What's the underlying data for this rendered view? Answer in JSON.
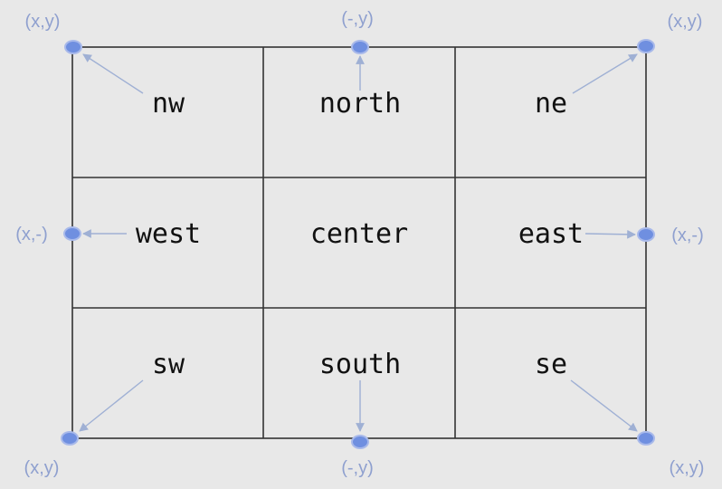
{
  "colors": {
    "background": "#e8e8e8",
    "grid_line": "#333333",
    "anchor_fill": "#6f8fe0",
    "anchor_stroke": "#a8b9ea",
    "arrow": "#9fb0d4",
    "anchor_text": "#8fa0cf",
    "label_text": "#111111"
  },
  "cells": [
    {
      "id": "nw",
      "label": "nw"
    },
    {
      "id": "north",
      "label": "north"
    },
    {
      "id": "ne",
      "label": "ne"
    },
    {
      "id": "west",
      "label": "west"
    },
    {
      "id": "center",
      "label": "center"
    },
    {
      "id": "east",
      "label": "east"
    },
    {
      "id": "sw",
      "label": "sw"
    },
    {
      "id": "south",
      "label": "south"
    },
    {
      "id": "se",
      "label": "se"
    }
  ],
  "anchors": [
    {
      "id": "nw",
      "text": "(x,y)"
    },
    {
      "id": "north",
      "text": "(-,y)"
    },
    {
      "id": "ne",
      "text": "(x,y)"
    },
    {
      "id": "west",
      "text": "(x,-)"
    },
    {
      "id": "east",
      "text": "(x,-)"
    },
    {
      "id": "sw",
      "text": "(x,y)"
    },
    {
      "id": "south",
      "text": "(-,y)"
    },
    {
      "id": "se",
      "text": "(x,y)"
    }
  ]
}
